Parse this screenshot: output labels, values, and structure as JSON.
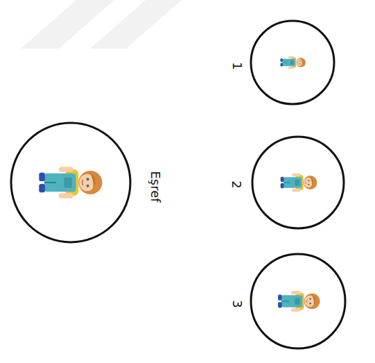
{
  "diagram": {
    "nodes": [
      {
        "text": [
          "1"
        ]
      },
      {
        "text": [
          "2"
        ]
      },
      {
        "text": [
          "3"
        ]
      },
      {
        "text": [
          "Eşref"
        ]
      }
    ]
  }
}
